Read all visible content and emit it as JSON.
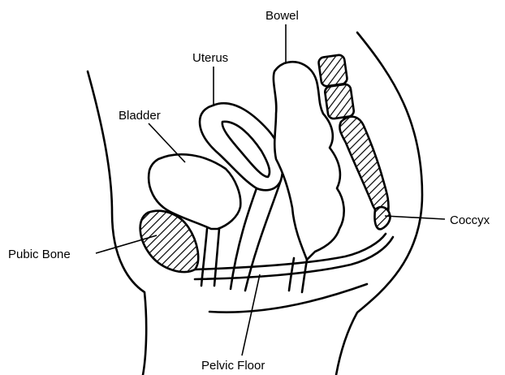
{
  "labels": {
    "bowel": "Bowel",
    "uterus": "Uterus",
    "bladder": "Bladder",
    "pubic_bone": "Pubic Bone",
    "coccyx": "Coccyx",
    "pelvic_floor": "Pelvic Floor"
  },
  "colors": {
    "line": "#000000",
    "background": "#ffffff"
  }
}
